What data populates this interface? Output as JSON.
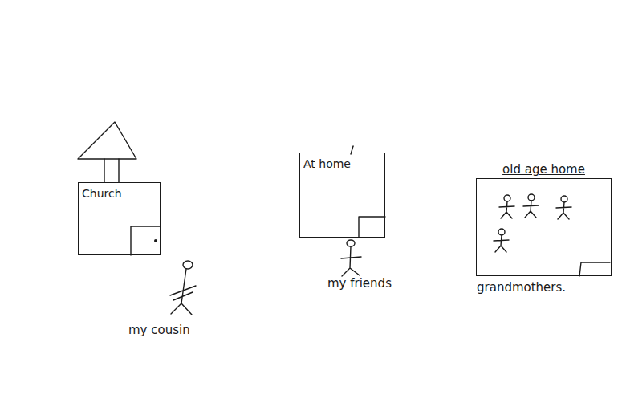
{
  "diagram": {
    "nodes": [
      {
        "text": [
          "Church"
        ]
      },
      {
        "text": [
          "At home"
        ]
      },
      {
        "text": [
          "old age home"
        ]
      }
    ],
    "labels": [
      "my cousin",
      "my friends",
      "grandmothers."
    ]
  }
}
